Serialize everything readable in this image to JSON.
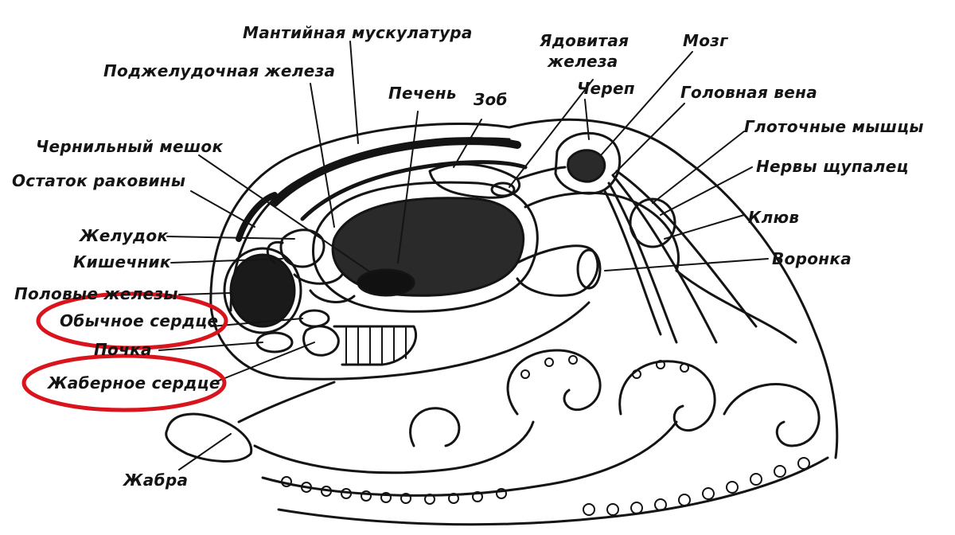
{
  "labels": {
    "mantle_muscles": "Мантийная мускулатура",
    "pancreas": "Поджелудочная железа",
    "venom_gland_line1": "Ядовитая",
    "venom_gland_line2": "железа",
    "brain": "Мозг",
    "liver": "Печень",
    "crop": "Зоб",
    "skull": "Череп",
    "head_vein": "Головная вена",
    "ink_sac": "Чернильный мешок",
    "pharynx_muscles": "Глоточные мышцы",
    "shell_remnant": "Остаток раковины",
    "tentacle_nerves": "Нервы щупалец",
    "beak": "Клюв",
    "stomach": "Желудок",
    "intestine": "Кишечник",
    "funnel": "Воронка",
    "gonad": "Половые железы",
    "ordinary_heart": "Обычное сердце",
    "kidney": "Почка",
    "gill_heart": "Жаберное сердце",
    "gill": "Жабра"
  },
  "highlight_color": "#d9141c",
  "ink_color": "#141414"
}
